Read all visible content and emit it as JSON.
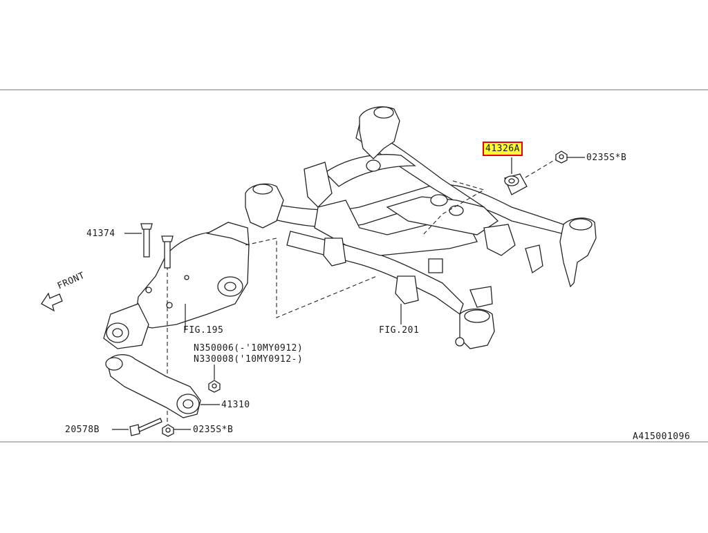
{
  "labels": {
    "part_41326A": "41326A",
    "part_0235S_B_top": "0235S*B",
    "part_41374": "41374",
    "front": "FRONT",
    "fig195": "FIG.195",
    "fig201": "FIG.201",
    "n350006": "N350006(-'10MY0912)",
    "n330008": "N330008('10MY0912-)",
    "part_41310": "41310",
    "part_20578B": "20578B",
    "part_0235S_B_bottom": "0235S*B",
    "ref_code": "A415001096"
  },
  "colors": {
    "highlight_fill": "#ffff33",
    "highlight_border": "#e00000",
    "line": "#222222"
  }
}
